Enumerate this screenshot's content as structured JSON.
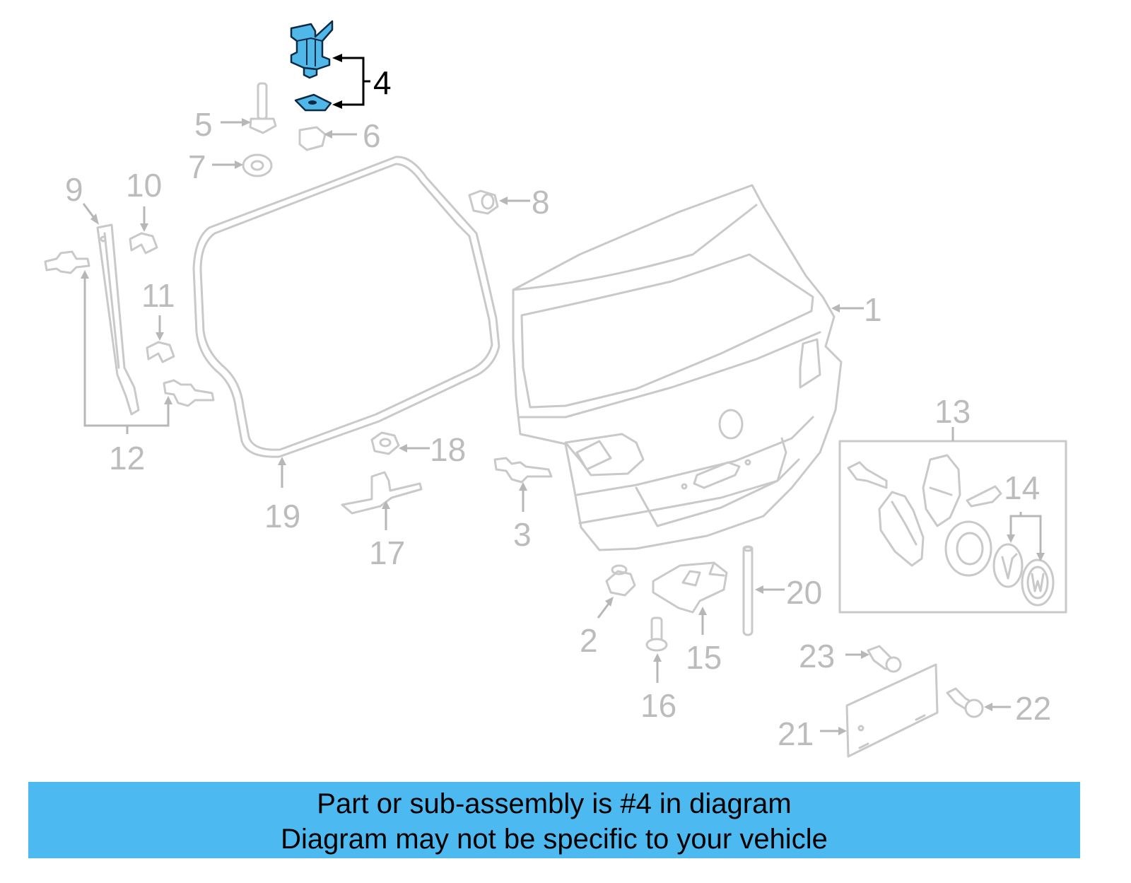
{
  "callouts": {
    "c1": "1",
    "c2": "2",
    "c3": "3",
    "c4": "4",
    "c5": "5",
    "c6": "6",
    "c7": "7",
    "c8": "8",
    "c9": "9",
    "c10": "10",
    "c11": "11",
    "c12": "12",
    "c13": "13",
    "c14": "14",
    "c15": "15",
    "c16": "16",
    "c17": "17",
    "c18": "18",
    "c19": "19",
    "c20": "20",
    "c21": "21",
    "c22": "22",
    "c23": "23"
  },
  "highlighted_part": "4",
  "colors": {
    "highlight": "#4fb8e9",
    "banner": "#4cb9f0",
    "line_art": "#c9c9c9"
  },
  "banner": {
    "line1": "Part or sub-assembly is #4 in diagram",
    "line2": "Diagram may not be specific to your vehicle"
  }
}
